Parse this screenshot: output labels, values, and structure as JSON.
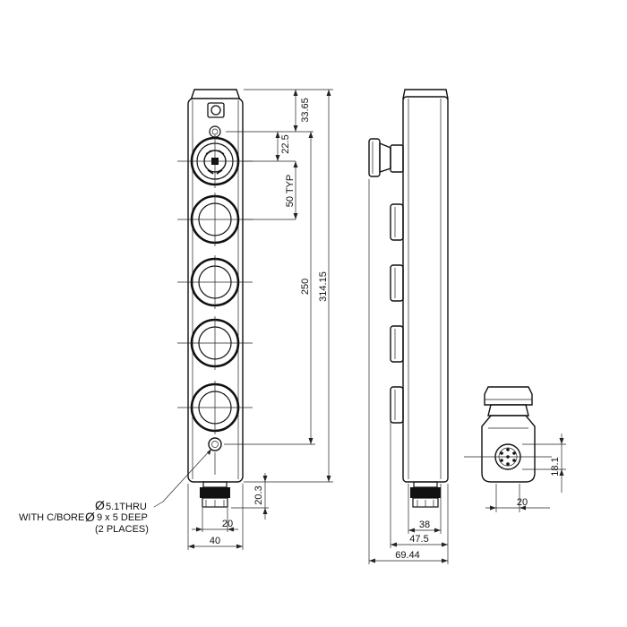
{
  "drawing": {
    "front_view": {
      "dimensions": {
        "top_offset": "33.65",
        "first_pitch": "22.5",
        "pitch": "50 TYP",
        "span": "250",
        "overall_length": "314.15",
        "connector_length": "20.3",
        "connector_width": "20",
        "body_width": "40"
      },
      "note": {
        "line1_symbol": "Ø",
        "line1_text": "5.1THRU",
        "line2_prefix": "WITH C/BORE",
        "line2_symbol": "Ø",
        "line2_text": "9 x 5 DEEP",
        "line3_text": "(2 PLACES)"
      }
    },
    "side_view": {
      "dimensions": {
        "base_width": "38",
        "body_depth": "47.5",
        "overall_depth": "69.44"
      }
    },
    "end_view": {
      "dimensions": {
        "connector_height": "18.1",
        "connector_width": "20"
      }
    }
  }
}
